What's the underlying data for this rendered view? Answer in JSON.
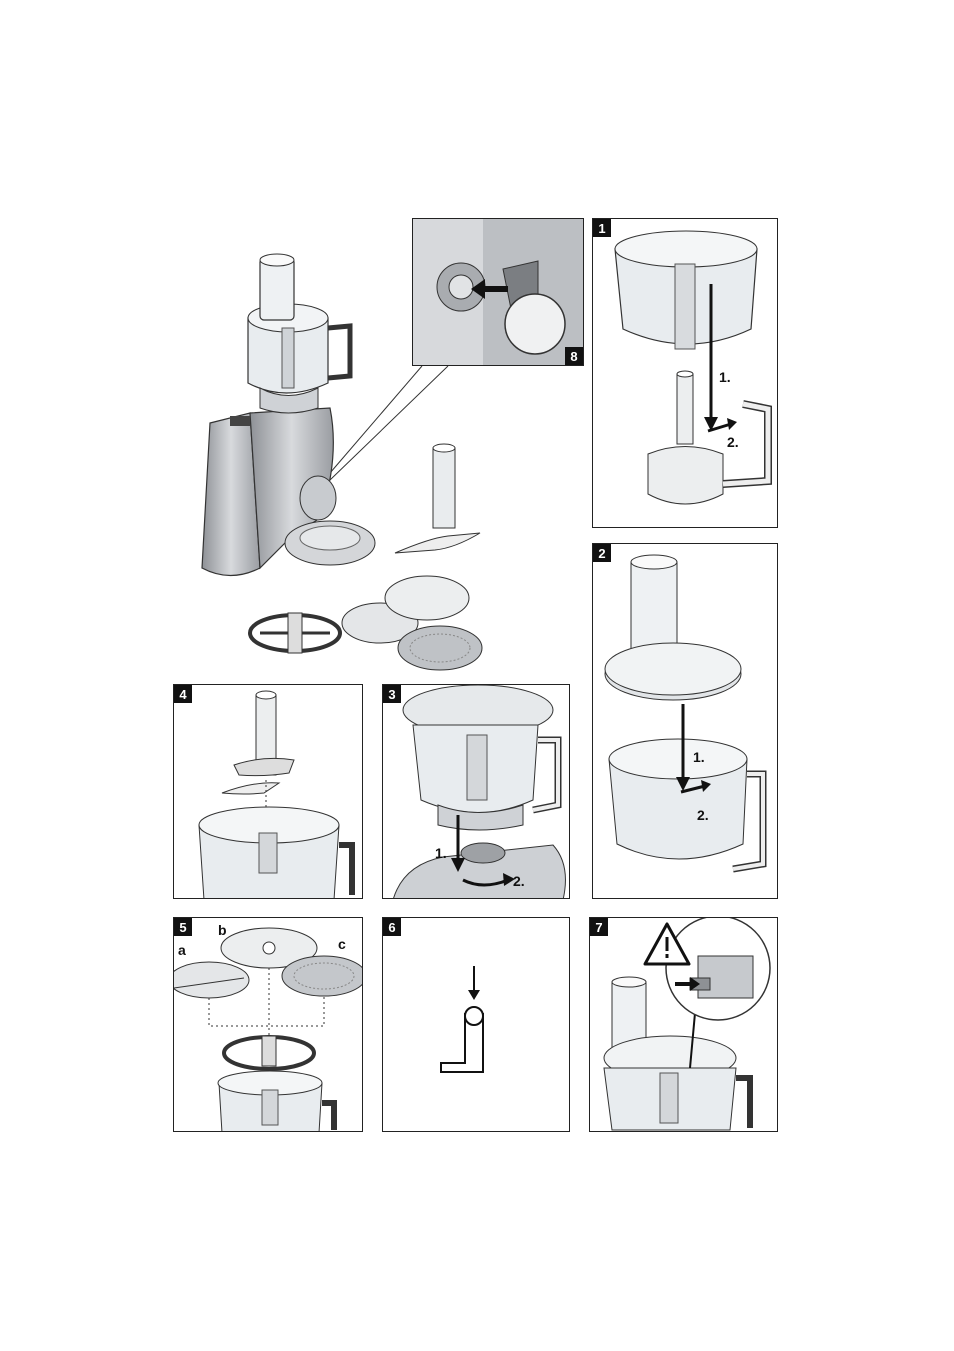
{
  "panels": {
    "p1": {
      "number": "1",
      "step1": "1.",
      "step2": "2."
    },
    "p2": {
      "number": "2",
      "step1": "1.",
      "step2": "2."
    },
    "p3": {
      "number": "3",
      "step1": "1.",
      "step2": "2."
    },
    "p4": {
      "number": "4"
    },
    "p5": {
      "number": "5",
      "label_a": "a",
      "label_b": "b",
      "label_c": "c"
    },
    "p6": {
      "number": "6"
    },
    "p7": {
      "number": "7"
    },
    "p8": {
      "number": "8"
    }
  },
  "icons": [
    "warning-triangle-icon",
    "down-arrow-icon",
    "switch-symbol-icon"
  ],
  "colors": {
    "line": "#222222",
    "metal": "#b9bcc0",
    "glass": "#e8ecef",
    "badge": "#111111"
  }
}
